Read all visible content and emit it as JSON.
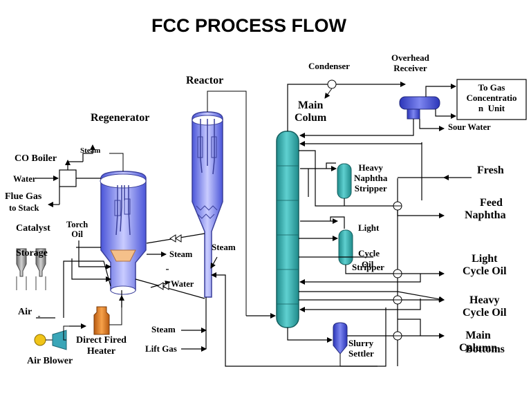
{
  "title": "FCC PROCESS FLOW",
  "labels": {
    "reactor": "Reactor",
    "regenerator": "Regenerator",
    "condenser": "Condenser",
    "overhead_receiver": "Overhead\nReceiver",
    "main_column": "Main\nColum",
    "to_gas_concentration_unit": "To Gas\nConcentratio\nn  Unit",
    "sour_water": "Sour Water",
    "co_boiler": "CO Boiler",
    "steam_co_boiler": "Steam",
    "water_co_boiler": "Water",
    "flue_gas": "Flue Gas",
    "to_stack": "to Stack",
    "catalyst": "Catalyst",
    "storage": "Storage",
    "torch_oil": "Torch\nOil",
    "steam_regen": "Steam",
    "water_regen": "Water",
    "steam_riser": "Steam",
    "steam_lift": "Steam",
    "lift_gas": "Lift Gas",
    "air": "Air",
    "air_blower": "Air Blower",
    "direct_fired_heater": "Direct Fired\nHeater",
    "heavy_naphtha_stripper": "Heavy\nNaphtha\nStripper",
    "light": "Light",
    "cycle": "Cycle",
    "oil": "Oil",
    "stripper": "Stripper",
    "slurry_settler": "Slurry\nSettler",
    "fresh": "Fresh",
    "feed": "Feed",
    "naphtha": "Naphtha",
    "light_cycle_oil": "Light\nCycle Oil",
    "heavy_cycle_oil": "Heavy\nCycle Oil",
    "main_column_bottoms_a": "Main\nColumn",
    "main_column_bottoms_b": "Bottoms"
  },
  "colors": {
    "main_column": "#3bb3b3",
    "vessel_blue": "#6f78e8",
    "heater_orange": "#e8811e",
    "storage_gray": "#9a9a9a",
    "blower_yellow": "#f0c419",
    "blower_teal": "#3aa6b8",
    "cone_peach": "#f5c08a"
  },
  "icons": [
    "air-blower-icon",
    "direct-fired-heater-icon",
    "catalyst-storage-hopper-icon",
    "valve-icon",
    "pump-icon"
  ]
}
